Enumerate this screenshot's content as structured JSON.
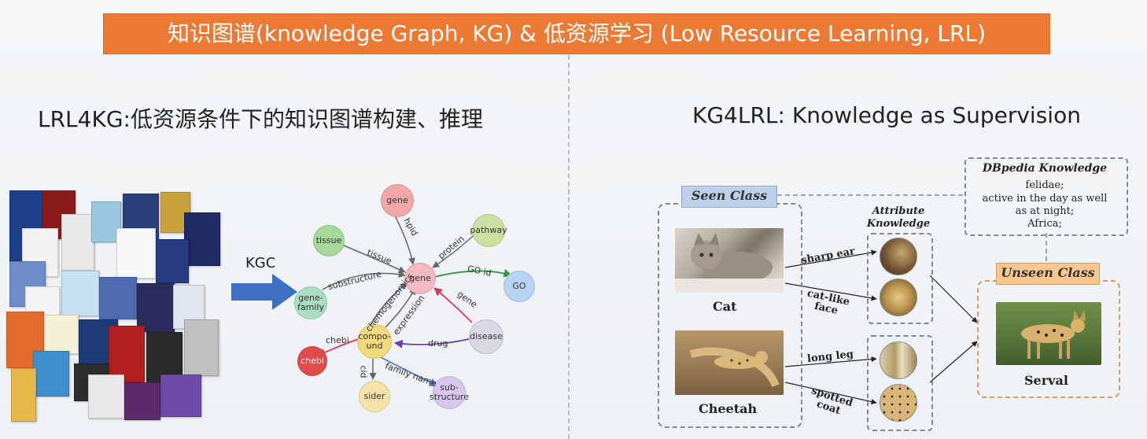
{
  "title": "知识图谱(knowledge Graph, KG) & 低资源学习 (Low Resource Learning, LRL)",
  "left_heading": "LRL4KG:低资源条件下的知识图谱构建、推理",
  "right_heading": "KG4LRL: Knowledge  as Supervision",
  "kgc_label": "KGC",
  "kg_nodes": {
    "gene_top": "gene",
    "pathway": "pathway",
    "tissue": "tissue",
    "gene_center": "gene",
    "go": "GO",
    "gene_family_1": "gene-",
    "gene_family_2": "family",
    "compound_1": "compo-",
    "compound_2": "und",
    "disease": "disease",
    "chebi": "chebi",
    "sider": "sider",
    "substructure_1": "sub-",
    "substructure_2": "structure"
  },
  "kg_edges": {
    "hpid": "hpid",
    "protein": "protein",
    "tissue": "tissue",
    "go_id": "GO id",
    "substructure": "substructure",
    "chemogenomics": "chemogenomics",
    "gene": "gene",
    "expression": "expression",
    "chebi": "chebi",
    "drug": "drug",
    "cid": "cid",
    "family_name": "family name"
  },
  "seen_class": "Seen Class",
  "unseen_class": "Unseen Class",
  "attribute_knowledge_1": "Attribute",
  "attribute_knowledge_2": "Knowledge",
  "dbpedia": {
    "title": "DBpedia Knowledge",
    "line1": "felidae;",
    "line2": "active in the day as well",
    "line3": "as at night;",
    "line4": "Africa;"
  },
  "animals": {
    "cat": "Cat",
    "cheetah": "Cheetah",
    "serval": "Serval"
  },
  "attributes": {
    "sharp_ear": "sharp ear",
    "cat_like_1": "cat-like",
    "cat_like_2": "face",
    "long_leg": "long leg",
    "spotted_1": "spotted",
    "spotted_2": "coat"
  },
  "colors": {
    "banner": "#ec7a34",
    "seen_tag": "#bcd0ea",
    "unseen_tag": "#f6c88f",
    "kgc_arrow": "#3f6fc0"
  }
}
